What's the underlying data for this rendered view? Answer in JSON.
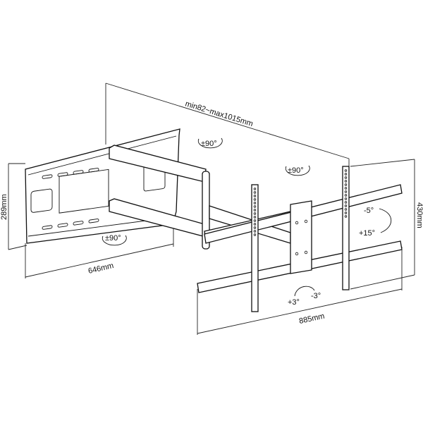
{
  "labels": {
    "extension": "min82~max1015mm",
    "wall_height": "289mm",
    "wall_width": "646mm",
    "tv_height": "430mm",
    "tv_width": "885mm",
    "swivel_top": "±90°",
    "swivel_mid": "±90°",
    "swivel_wall": "±90°",
    "tilt_up": "-5°",
    "tilt_down": "+15°",
    "level_plus": "+3°",
    "level_minus": "-3°"
  }
}
